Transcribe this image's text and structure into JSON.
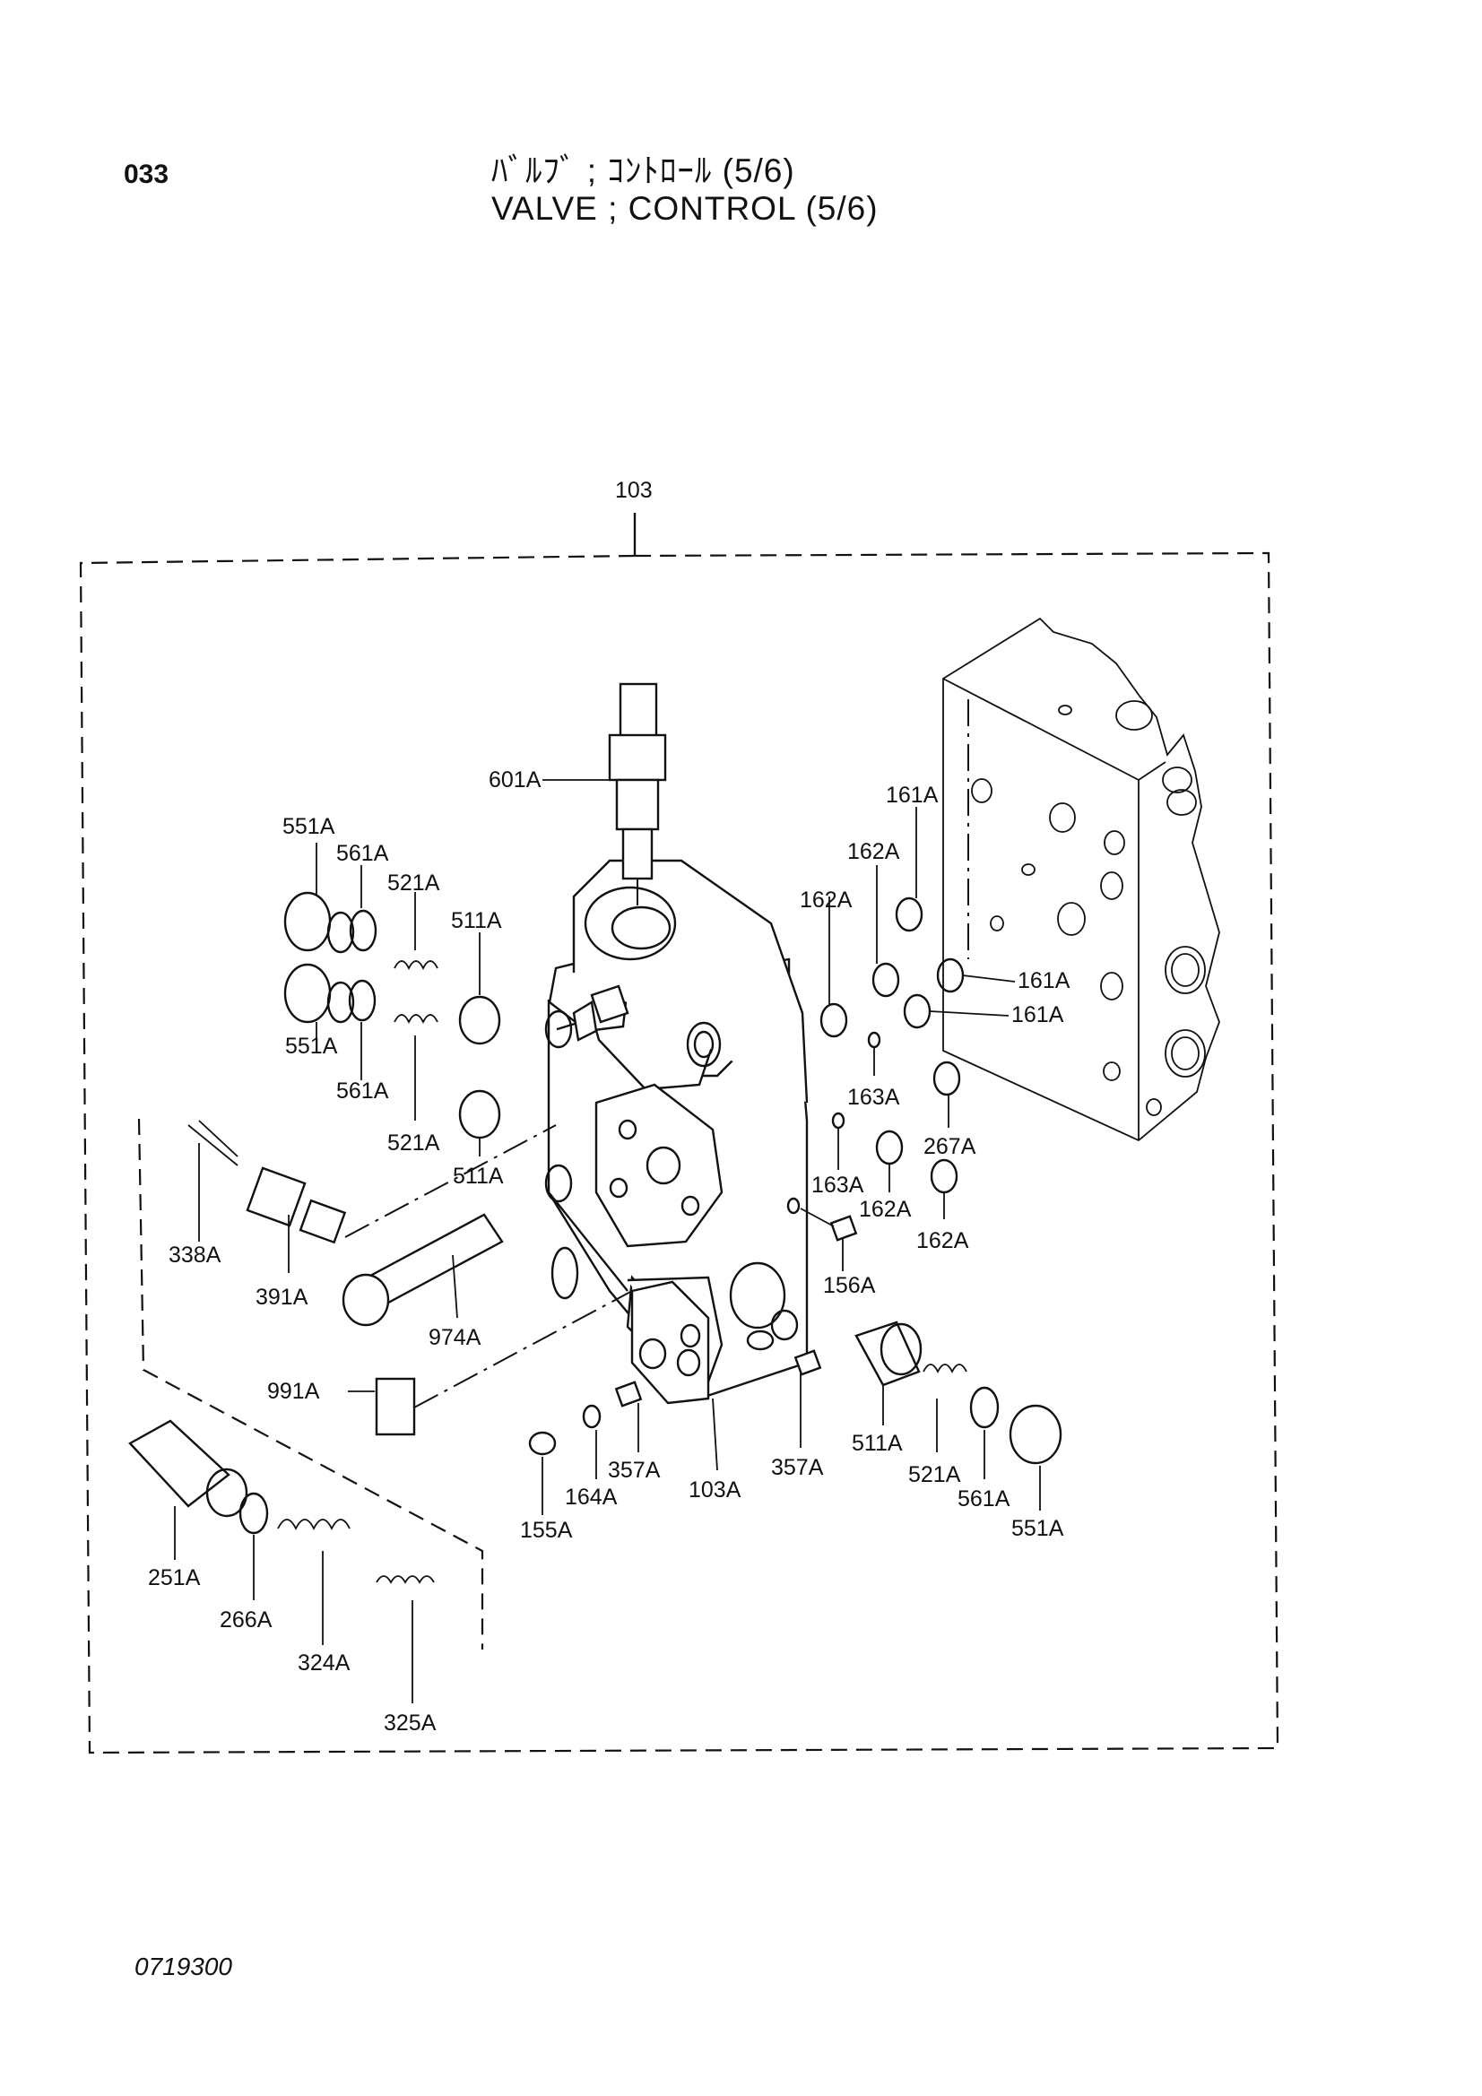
{
  "header": {
    "page_number": "033",
    "title_jp": "ﾊﾞﾙﾌﾞ ; ｺﾝﾄﾛｰﾙ (5/6)",
    "title_en": "VALVE ; CONTROL (5/6)"
  },
  "footer": {
    "doc_code": "0719300"
  },
  "diagram": {
    "assembly_label": "103",
    "callouts": {
      "p601A": "601A",
      "p551A_a": "551A",
      "p561A_a": "561A",
      "p521A_a": "521A",
      "p511A_a": "511A",
      "p551A_b": "551A",
      "p561A_b": "561A",
      "p521A_b": "521A",
      "p511A_b": "511A",
      "p338A": "338A",
      "p391A": "391A",
      "p974A": "974A",
      "p991A": "991A",
      "p251A": "251A",
      "p266A": "266A",
      "p324A": "324A",
      "p325A": "325A",
      "p155A": "155A",
      "p164A": "164A",
      "p357A_a": "357A",
      "p103A": "103A",
      "p357A_b": "357A",
      "p511A_c": "511A",
      "p521A_c": "521A",
      "p561A_c": "561A",
      "p551A_c": "551A",
      "p161A_a": "161A",
      "p162A_a": "162A",
      "p162A_b": "162A",
      "p161A_b": "161A",
      "p161A_c": "161A",
      "p163A_a": "163A",
      "p267A": "267A",
      "p163A_b": "163A",
      "p162A_c": "162A",
      "p162A_d": "162A",
      "p156A": "156A"
    }
  }
}
